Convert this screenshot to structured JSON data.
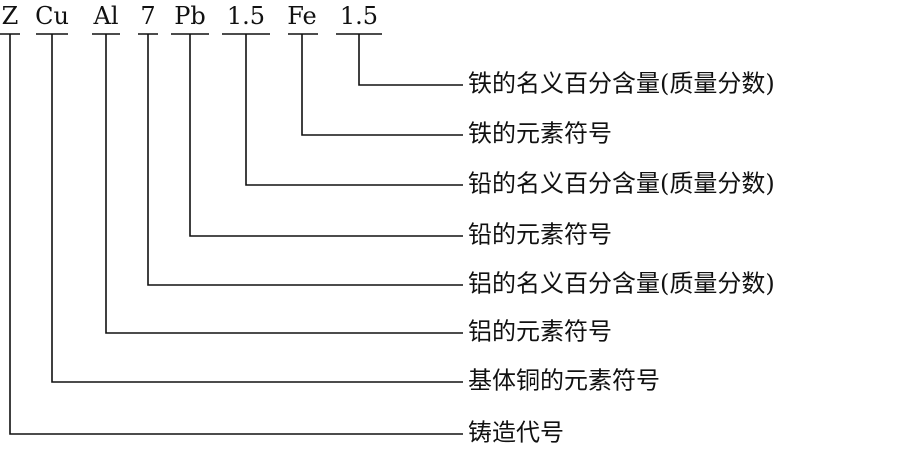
{
  "tokens": [
    {
      "text": "Z"
    },
    {
      "text": "Cu"
    },
    {
      "text": "Al"
    },
    {
      "text": "7"
    },
    {
      "text": "Pb"
    },
    {
      "text": "1.5"
    },
    {
      "text": "Fe"
    },
    {
      "text": "1.5"
    }
  ],
  "labels": [
    {
      "text": "铁的名义百分含量(质量分数)"
    },
    {
      "text": "铁的元素符号"
    },
    {
      "text": "铅的名义百分含量(质量分数)"
    },
    {
      "text": "铅的元素符号"
    },
    {
      "text": "铝的名义百分含量(质量分数)"
    },
    {
      "text": "铝的元素符号"
    },
    {
      "text": "基体铜的元素符号"
    },
    {
      "text": "铸造代号"
    }
  ]
}
